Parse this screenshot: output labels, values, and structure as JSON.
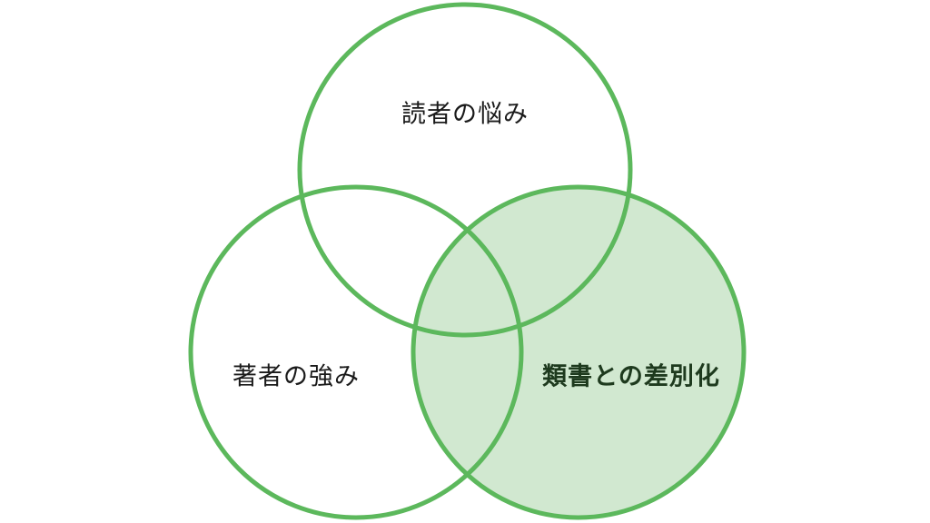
{
  "diagram": {
    "type": "venn",
    "colors": {
      "stroke": "#5cb85c",
      "highlight_fill": "#d1e8d0",
      "background": "#ffffff"
    },
    "circles": [
      {
        "id": "top",
        "label": "読者の悩み",
        "highlighted": false
      },
      {
        "id": "left",
        "label": "著者の強み",
        "highlighted": false
      },
      {
        "id": "right",
        "label": "類書との差別化",
        "highlighted": true
      }
    ]
  }
}
